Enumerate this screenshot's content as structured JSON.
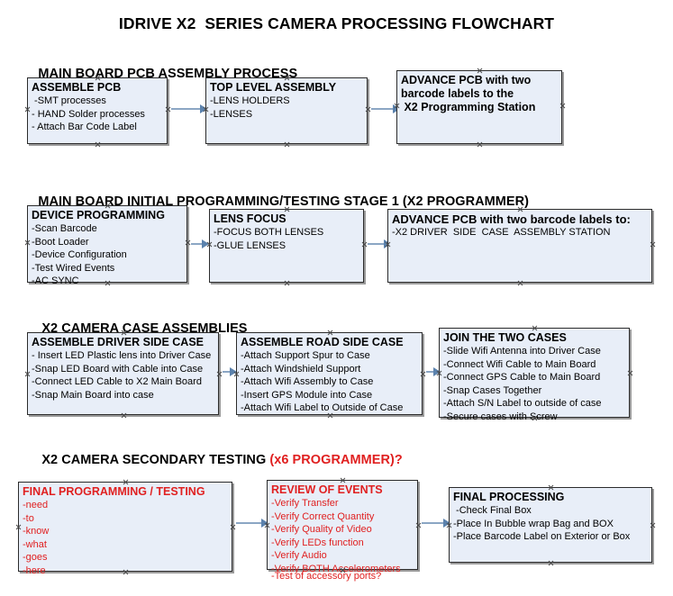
{
  "document": {
    "title": "IDRIVE X2  SERIES CAMERA PROCESSING FLOWCHART"
  },
  "sections": [
    {
      "id": "main-board-pcb-assembly",
      "heading": "MAIN BOARD PCB ASSEMBLY PROCESS",
      "heading_red": "",
      "nodes": [
        {
          "id": "assemble-pcb",
          "title": "ASSEMBLE PCB",
          "lines": [
            " -SMT processes",
            "- HAND Solder processes",
            "- Attach Bar Code Label"
          ],
          "color": "black"
        },
        {
          "id": "top-level-assembly",
          "title": "TOP LEVEL ASSEMBLY",
          "lines": [
            "-LENS HOLDERS",
            "-LENSES"
          ],
          "color": "black"
        },
        {
          "id": "advance-pcb-programming-station",
          "title": "ADVANCE PCB with two",
          "lines": [
            "barcode labels to the",
            " X2 Programming Station"
          ],
          "color": "black"
        }
      ]
    },
    {
      "id": "main-board-initial-programming",
      "heading": "MAIN BOARD INITIAL PROGRAMMING/TESTING STAGE 1 (X2 PROGRAMMER)",
      "heading_red": "",
      "nodes": [
        {
          "id": "device-programming",
          "title": "DEVICE PROGRAMMING",
          "lines": [
            "-Scan Barcode",
            "-Boot Loader",
            "-Device Configuration",
            "-Test Wired Events",
            "-AC SYNC"
          ],
          "color": "black"
        },
        {
          "id": "lens-focus",
          "title": "LENS FOCUS",
          "lines": [
            "-FOCUS BOTH LENSES",
            "-GLUE LENSES"
          ],
          "color": "black"
        },
        {
          "id": "advance-pcb-driver-side-case",
          "title": "ADVANCE PCB with two barcode labels to:",
          "lines": [
            "-X2 DRIVER  SIDE  CASE  ASSEMBLY STATION"
          ],
          "color": "black"
        }
      ]
    },
    {
      "id": "x2-camera-case-assemblies",
      "heading": "X2 CAMERA CASE ASSEMBLIES",
      "heading_red": "",
      "nodes": [
        {
          "id": "assemble-driver-side-case",
          "title": "ASSEMBLE DRIVER SIDE CASE",
          "lines": [
            "- Insert LED Plastic lens into Driver Case",
            "-Snap LED Board with Cable into Case",
            "-Connect LED Cable to X2 Main Board",
            "-Snap Main Board into case"
          ],
          "color": "black"
        },
        {
          "id": "assemble-road-side-case",
          "title": "ASSEMBLE ROAD SIDE CASE",
          "lines": [
            "-Attach Support Spur to Case",
            "-Attach Windshield Support",
            "-Attach Wifi Assembly to Case",
            "-Insert GPS Module into Case",
            "-Attach Wifi Label to Outside of Case"
          ],
          "color": "black"
        },
        {
          "id": "join-the-two-cases",
          "title": "JOIN THE TWO CASES",
          "lines": [
            "-Slide Wifi Antenna into Driver Case",
            "-Connect Wifi Cable to Main Board",
            "-Connect GPS Cable to Main Board",
            "-Snap Cases Together",
            "-Attach S/N Label to outside of case",
            "-Secure cases with Screw"
          ],
          "color": "black"
        }
      ]
    },
    {
      "id": "x2-camera-secondary-testing",
      "heading": "X2 CAMERA SECONDARY TESTING ",
      "heading_red": "(x6 PROGRAMMER)?",
      "nodes": [
        {
          "id": "final-programming-testing",
          "title": "FINAL PROGRAMMING / TESTING",
          "lines": [
            "-need",
            "-to",
            "-know",
            "-what",
            "-goes",
            "-here"
          ],
          "color": "red"
        },
        {
          "id": "review-of-events",
          "title": "REVIEW OF EVENTS",
          "lines": [
            "-Verify Transfer",
            "-Verify Correct Quantity",
            "-Verify Quality of Video",
            "-Verify LEDs function",
            "-Verify Audio",
            "-Verify BOTH Accelerometers"
          ],
          "overflow_line": "-Test of accessory ports?",
          "color": "red"
        },
        {
          "id": "final-processing",
          "title": "FINAL PROCESSING",
          "lines": [
            " -Check Final Box",
            "-Place In Bubble wrap Bag and BOX",
            "-Place Barcode Label on Exterior or Box"
          ],
          "color": "black"
        }
      ]
    }
  ],
  "colors": {
    "node_fill": "#e8eef8",
    "node_border": "#2b2b2b",
    "connector": "#8ba6c4",
    "arrow": "#5b82ad",
    "accent_red": "#e02020",
    "text": "#000000"
  }
}
